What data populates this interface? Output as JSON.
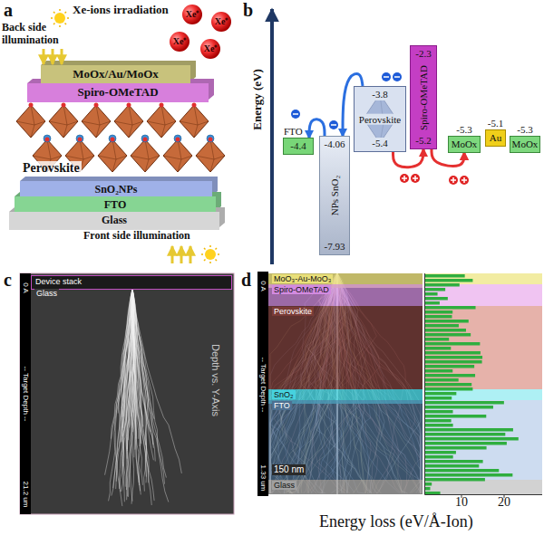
{
  "diagram": {
    "nodes": [
      {
        "text": [
          "MoOx/Au/MoOx"
        ]
      },
      {
        "text": [
          "Spiro-OMeTAD"
        ]
      },
      {
        "text": [
          "Perovskite"
        ]
      },
      {
        "text": [
          "SnO₂NPs"
        ]
      },
      {
        "text": [
          "FTO"
        ]
      },
      {
        "text": [
          "Glass"
        ]
      },
      {
        "text": [
          "FTO",
          "-4.4"
        ]
      },
      {
        "text": [
          "-4.06",
          "NPs SnO₂",
          "-7.93"
        ]
      },
      {
        "text": [
          "-3.8",
          "Perovskite",
          "-5.4"
        ]
      },
      {
        "text": [
          "-2.3",
          "Spiro-OMeTAD",
          "-5.2"
        ]
      },
      {
        "text": [
          "-5.3",
          "MoOx"
        ]
      },
      {
        "text": [
          "-5.1",
          "Au"
        ]
      },
      {
        "text": [
          "-5.3",
          "MoOx"
        ]
      },
      {
        "text": [
          "Device stack"
        ]
      },
      {
        "text": [
          "Glass"
        ]
      },
      {
        "text": [
          "MoO₃-Au-MoO₃"
        ]
      },
      {
        "text": [
          "Spiro-OMeTAD"
        ]
      },
      {
        "text": [
          "Perovskite"
        ]
      },
      {
        "text": [
          "SnO₂"
        ]
      },
      {
        "text": [
          "FTO"
        ]
      },
      {
        "text": [
          "Glass"
        ]
      }
    ],
    "edges": [
      {
        "from": 8,
        "to": 7,
        "arrow": "to"
      },
      {
        "from": 7,
        "to": 6,
        "arrow": "to"
      },
      {
        "from": 8,
        "to": 9,
        "arrow": "to"
      },
      {
        "from": 9,
        "to": 10,
        "arrow": "to"
      }
    ],
    "labels": [
      "a",
      "Xe-ions irradiation",
      "Back side illumination",
      "Xe⁺",
      "Xe⁺",
      "Xe⁺",
      "Xe⁺",
      "Front side illumination",
      "b",
      "Energy (eV)",
      "c",
      "0 A",
      "-- Target Depth --",
      "21.2 um",
      "Depth vs. Y-Axis",
      "d",
      "0 A",
      "-- Target Depth --",
      "1.33 um",
      "150 nm",
      "10",
      "20",
      "Energy loss (eV/Å-Ion)"
    ]
  }
}
